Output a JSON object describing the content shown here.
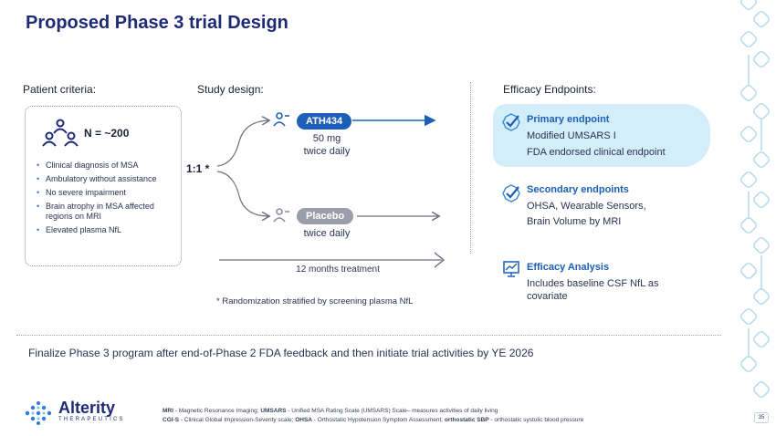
{
  "title": "Proposed Phase 3 trial Design",
  "patient_criteria": {
    "label": "Patient criteria:",
    "n_text": "N = ~200",
    "items": [
      "Clinical diagnosis of MSA",
      "Ambulatory without assistance",
      "No severe impairment",
      "Brain atrophy in MSA affected regions on MRI",
      "Elevated plasma NfL"
    ]
  },
  "study_design": {
    "label": "Study design:",
    "ratio": "1:1 *",
    "arm1_name": "ATH434",
    "arm1_dose": "50 mg",
    "arm1_freq": "twice daily",
    "arm2_name": "Placebo",
    "arm2_freq": "twice daily",
    "duration": "12 months treatment",
    "footnote": "* Randomization stratified by screening plasma NfL"
  },
  "endpoints": {
    "label": "Efficacy Endpoints:",
    "primary_title": "Primary endpoint",
    "primary_line1": "Modified UMSARS I",
    "primary_line2": "FDA endorsed clinical endpoint",
    "secondary_title": "Secondary endpoints",
    "secondary_line1": "OHSA, Wearable Sensors,",
    "secondary_line2": "Brain Volume by MRI",
    "analysis_title": "Efficacy Analysis",
    "analysis_line1": "Includes baseline CSF NfL as",
    "analysis_line2": "covariate"
  },
  "bottom_statement": "Finalize Phase 3 program after end-of-Phase 2 FDA feedback and then initiate trial activities by YE 2026",
  "footnotes": {
    "mri_abbr": "MRI",
    "mri_def": " - Magnetic Resonance Imaging; ",
    "umsars_abbr": "UMSARS",
    "umsars_def": " - Unified MSA Rating Scale (UMSARS) Scale– measures activities of daily living",
    "cgis_abbr": "CGI-S",
    "cgis_def": " - Clinical Global Impression-Severity scale; ",
    "ohsa_abbr": "OHSA",
    "ohsa_def": " - Orthostatic Hypotension Symptom Assessment; ",
    "sbp_abbr": "orthostatic SBP",
    "sbp_def": " - orthostatic systolic blood pressure"
  },
  "logo": {
    "name": "Alterity",
    "sub": "THERAPEUTICS"
  },
  "page_number": "35",
  "colors": {
    "title": "#1e2a78",
    "accent": "#1d5fb8",
    "highlight": "#d3eef8",
    "placebo": "#9a9ea8"
  }
}
